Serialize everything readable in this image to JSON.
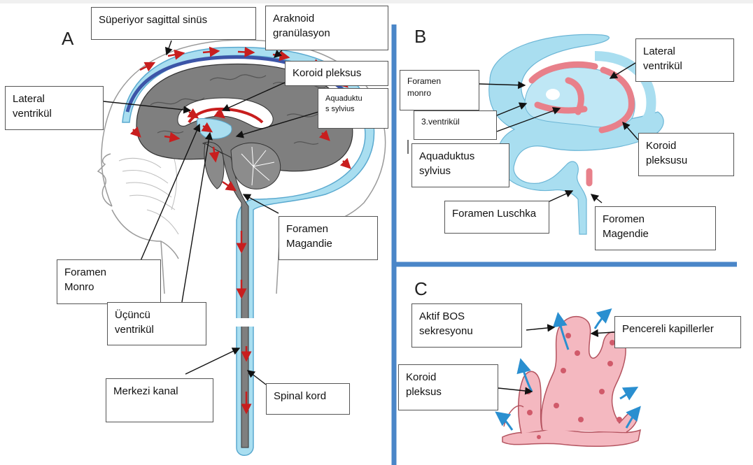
{
  "panels": {
    "A": {
      "panel_letter": "A",
      "labels": {
        "superior_sagittal_sinus": "Süperiyor sagittal sinüs",
        "arachnoid_granulation": "Araknoid\ngranülasyon",
        "choroid_plexus": "Koroid pleksus",
        "lateral_ventricle": "Lateral\nventrikül",
        "aqueduct": "Aquaduktu\ns sylvius",
        "foramen_magendie": "Foramen\nMagandie",
        "foramen_monro": "Foramen\nMonro",
        "third_ventricle": "Üçüncü\nventrikül",
        "central_canal": "Merkezi kanal",
        "spinal_cord": "Spinal kord"
      }
    },
    "B": {
      "panel_letter": "B",
      "labels": {
        "foramen_monro": "Foramen\nmonro",
        "third_ventricle": "3.ventrikül",
        "aqueduct": "Aquaduktus\nsylvius",
        "lateral_ventricle": "Lateral\nventrikül",
        "choroid_plexus": "Koroid\npleksusu",
        "foramen_luschka": "Foramen Luschka",
        "foramen_magendie": "Foromen\nMagendie"
      }
    },
    "C": {
      "panel_letter": "C",
      "labels": {
        "active_csf_secretion": "Aktif BOS\nsekresyonu",
        "fenestrated_capillaries": "Pencereli kapillerler",
        "choroid_plexus": "Koroid\npleksus"
      }
    }
  },
  "colors": {
    "csf_blue": "#a9def0",
    "brain_gray": "#7f7f7f",
    "choroid_pink": "#e8808a",
    "flow_red": "#c81e1e",
    "divider_blue": "#4a86c8",
    "secretion_arrow": "#2a8fd0"
  }
}
